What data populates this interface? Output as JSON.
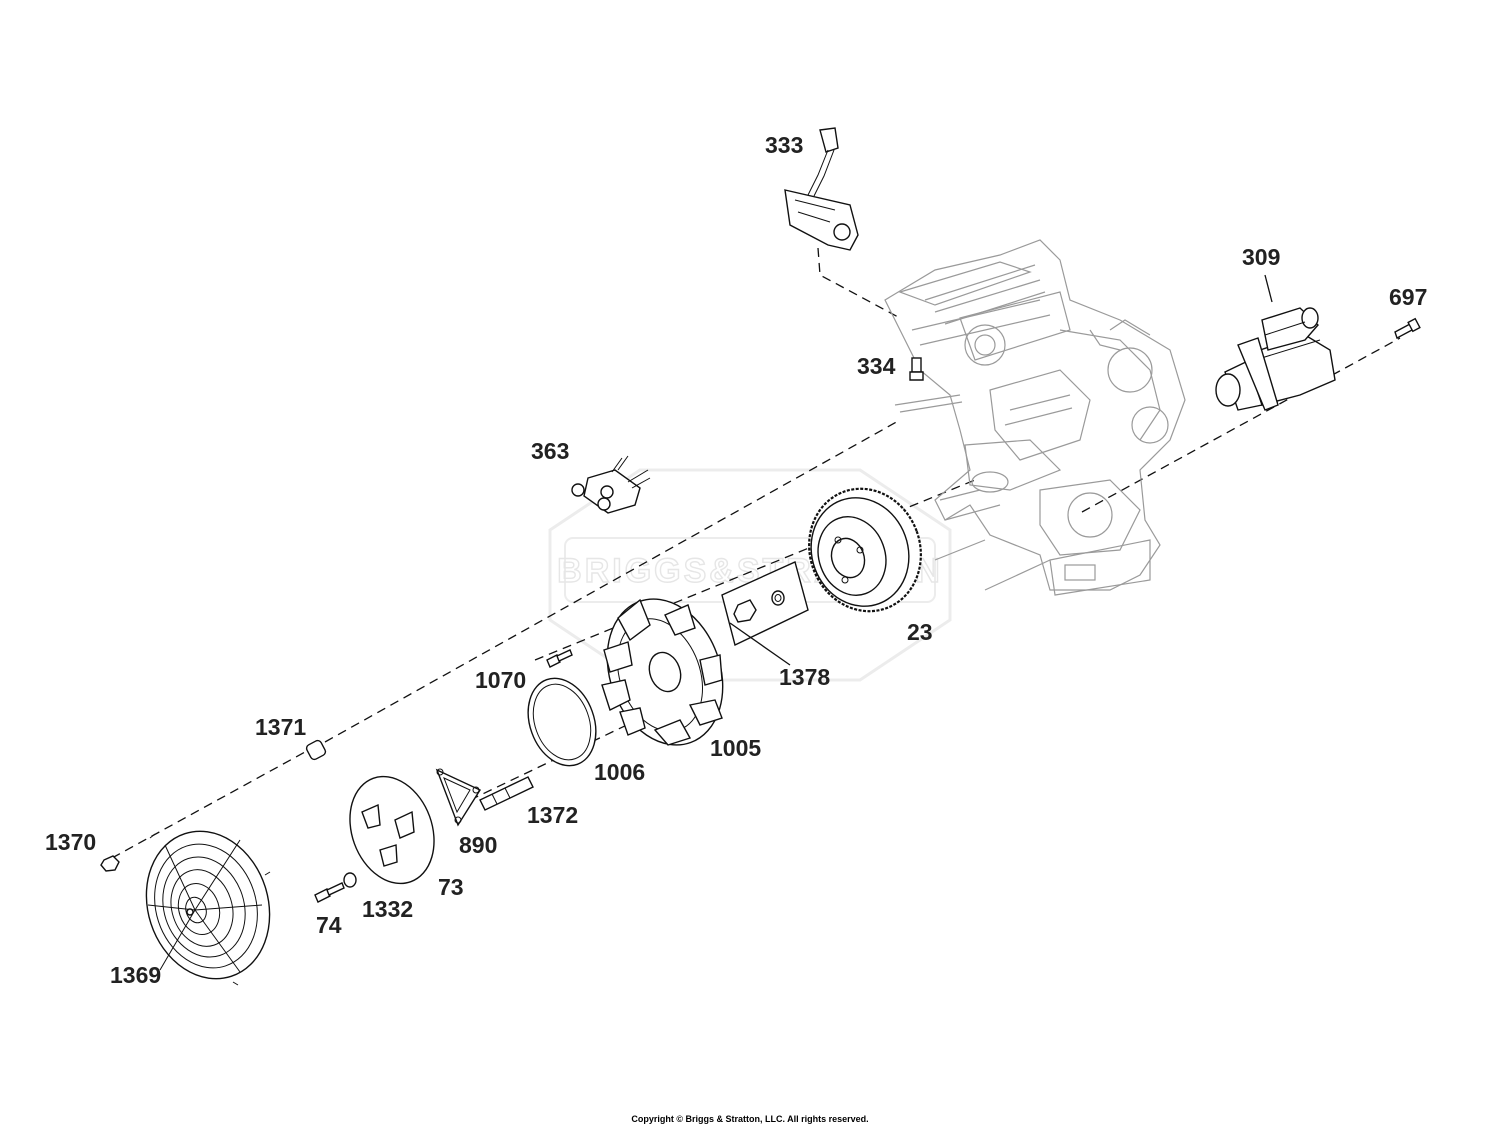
{
  "watermark": "BRIGGS&STRATTON",
  "copyright": "Copyright © Briggs & Stratton, LLC. All rights reserved.",
  "parts": {
    "p333": "333",
    "p309": "309",
    "p697": "697",
    "p334": "334",
    "p363": "363",
    "p23": "23",
    "p1378": "1378",
    "p1070": "1070",
    "p1005": "1005",
    "p1006": "1006",
    "p1371": "1371",
    "p1372": "1372",
    "p890": "890",
    "p1370": "1370",
    "p73": "73",
    "p1332": "1332",
    "p74": "74",
    "p1369": "1369"
  }
}
